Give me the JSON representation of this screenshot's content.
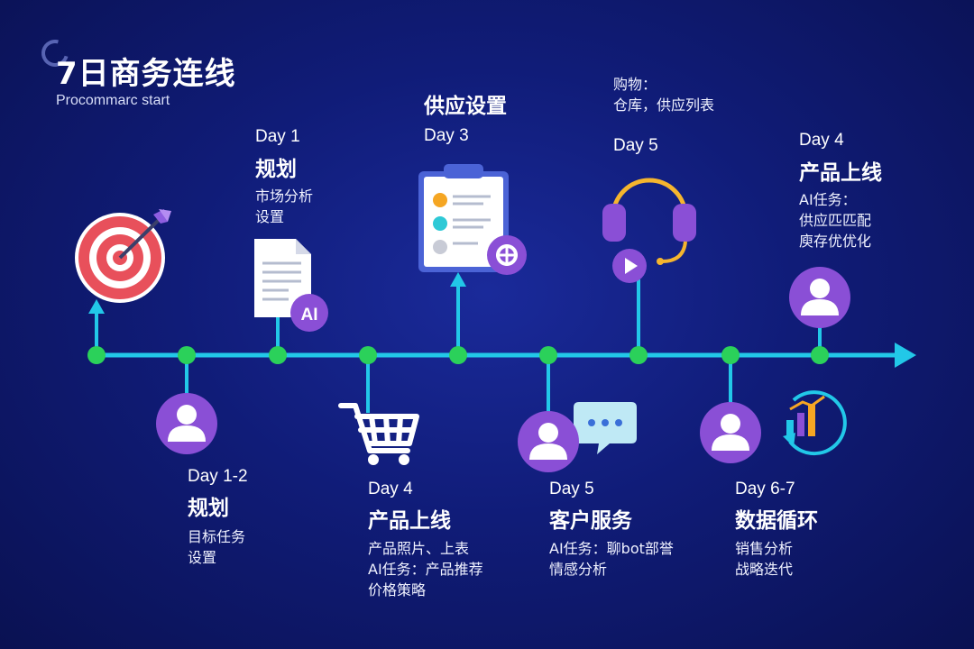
{
  "title": "7日商务连线",
  "subtitle": "Procommarc start",
  "milestones": {
    "m1": {
      "day": "Day 1",
      "heading": "规划",
      "lines": [
        "市场分析",
        "设置"
      ]
    },
    "m2": {
      "day": "Day 1-2",
      "heading": "规划",
      "lines": [
        "目标任务",
        "设置"
      ]
    },
    "m3": {
      "heading": "供应设置",
      "day": "Day 3"
    },
    "m4": {
      "day": "Day 4",
      "heading": "产品上线",
      "lines": [
        "产品照片、上表",
        "AI任务：产品推荐",
        "价格策略"
      ]
    },
    "m5": {
      "day": "Day 5",
      "heading": "客户服务",
      "lines": [
        "AI任务：聊bot部誉",
        "情感分析"
      ]
    },
    "m6": {
      "top_lines": [
        "购物：",
        "仓库，供应列表"
      ],
      "day": "Day 5"
    },
    "m7": {
      "day": "Day 6-7",
      "heading": "数据循环",
      "lines": [
        "销售分析",
        "战略迭代"
      ]
    },
    "m8": {
      "day": "Day 4",
      "heading": "产品上线",
      "lines": [
        "AI任务：",
        "供应匹匹配",
        "庾存优优化"
      ]
    }
  },
  "icons": {
    "doc_badge": "AI"
  },
  "colors": {
    "timeline": "#22c8e8",
    "node": "#2bd15a",
    "avatar": "#8a4fd6",
    "target_red": "#e8505b"
  }
}
